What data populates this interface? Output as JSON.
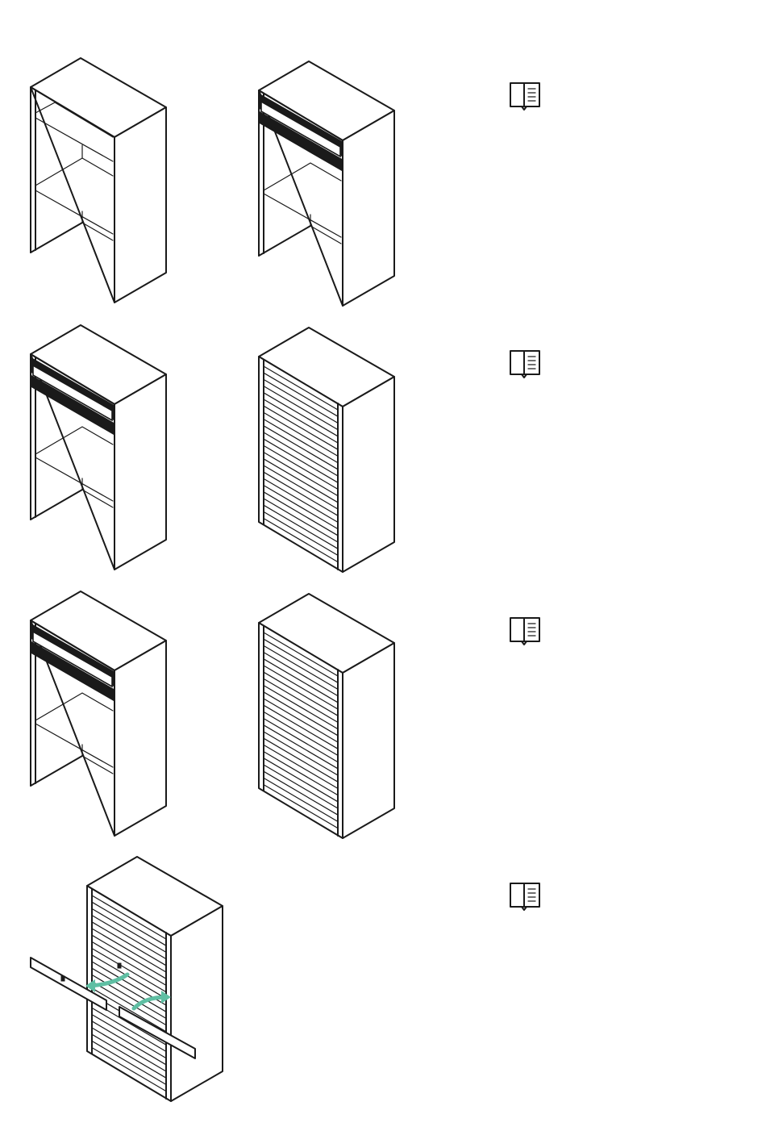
{
  "colors": {
    "line": "#1a1a1a",
    "background": "#ffffff",
    "arrow": "#5fbfa3"
  },
  "steps": [
    {
      "figures": [
        "open-cabinet",
        "cabinet-with-roller-box"
      ],
      "icon": "manual-book-icon"
    },
    {
      "figures": [
        "cabinet-with-roller-box",
        "cabinet-with-tambour-door"
      ],
      "icon": "manual-book-icon"
    },
    {
      "figures": [
        "cabinet-with-roller-box",
        "cabinet-with-tambour-door"
      ],
      "icon": "manual-book-icon"
    },
    {
      "figures": [
        "cabinet-with-lock-bar-installation"
      ],
      "icon": "manual-book-icon"
    }
  ]
}
